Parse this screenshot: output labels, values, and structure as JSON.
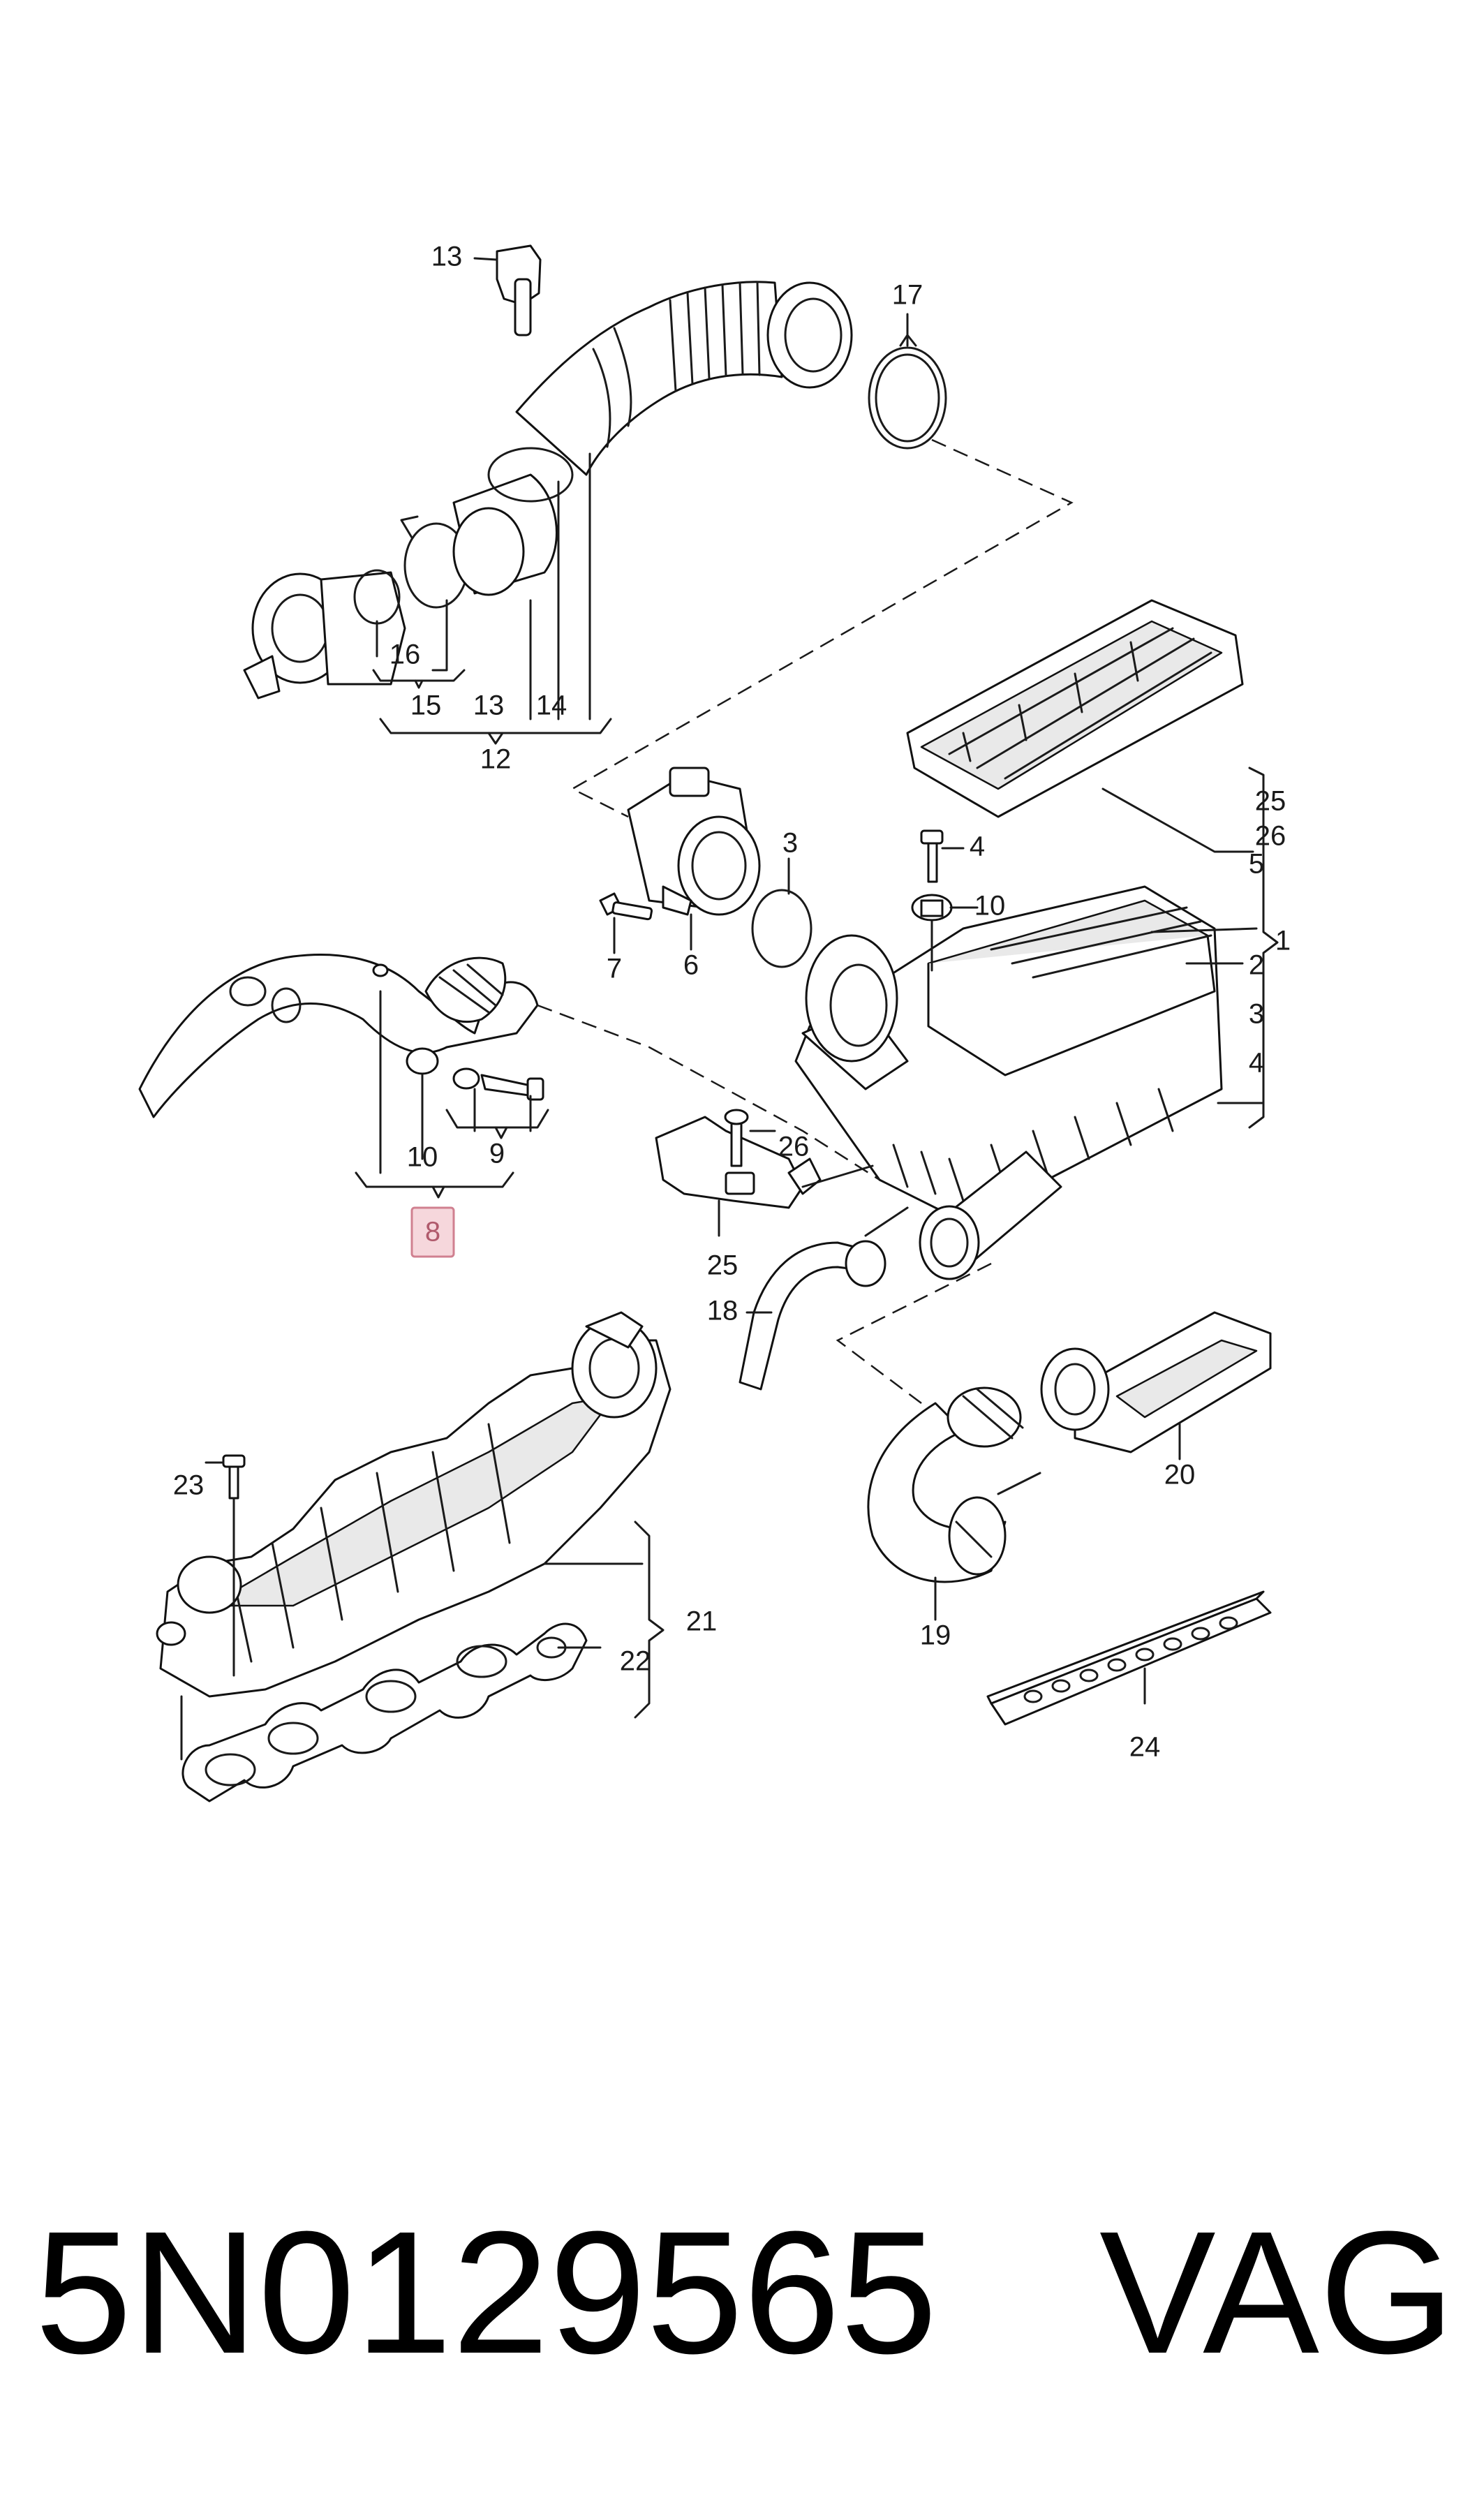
{
  "labels": {
    "l1": "1",
    "l2": "2",
    "l3a": "3",
    "l3b": "3",
    "l4a": "4",
    "l4b": "4",
    "l5": "5",
    "l6": "6",
    "l7": "7",
    "l8": "8",
    "l9": "9",
    "l10a": "10",
    "l10b": "10",
    "l12": "12",
    "l13a": "13",
    "l13b": "13",
    "l14": "14",
    "l15": "15",
    "l16": "16",
    "l17": "17",
    "l18": "18",
    "l19": "19",
    "l20": "20",
    "l21": "21",
    "l22": "22",
    "l23": "23",
    "l24": "24",
    "l25a": "25",
    "l25b": "25",
    "l26a": "26",
    "l26b": "26"
  },
  "footer": {
    "part_number": "5N0129565",
    "brand": "VAG"
  },
  "colors": {
    "highlight_fill": "#f6d7dc",
    "highlight_border": "#d08090",
    "line": "#1a1a1a"
  }
}
